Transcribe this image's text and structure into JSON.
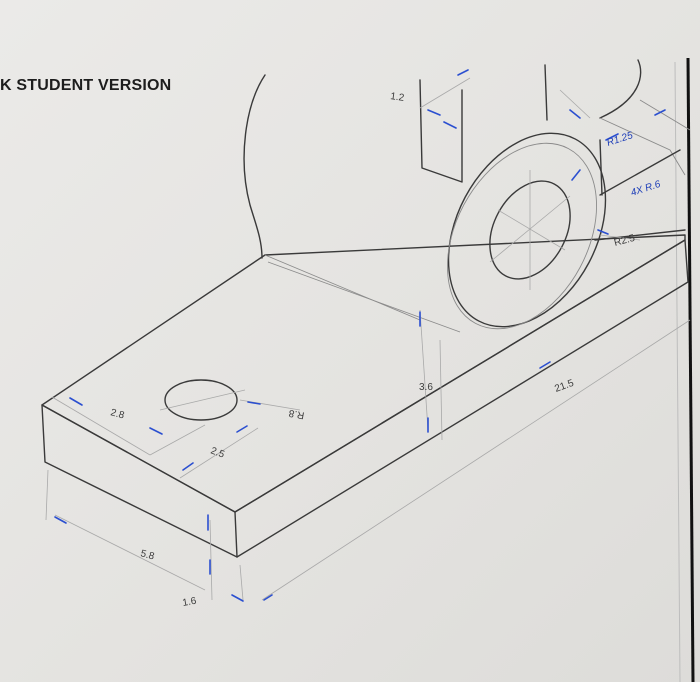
{
  "watermark": "K STUDENT VERSION",
  "dimensions": {
    "d_1_2": "1.2",
    "d_r125": "R1.25",
    "d_4xr6": "4X R.6",
    "d_r25": "R2.5",
    "d_3_6": "3.6",
    "d_21_5": "21.5",
    "d_2_8": "2.8",
    "d_r8": "R.8",
    "d_2_5": "2.5",
    "d_5_8": "5.8",
    "d_1_6": "1.6"
  }
}
